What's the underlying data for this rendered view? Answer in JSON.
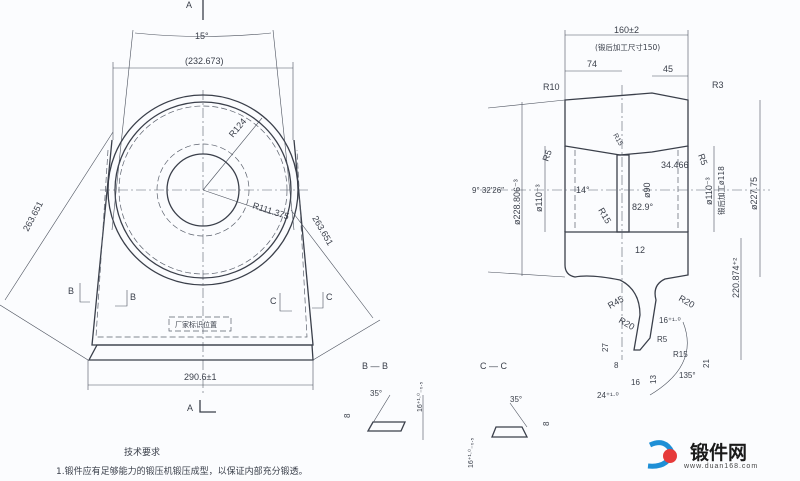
{
  "left_view": {
    "section_arrow_top": "A",
    "section_arrow_bottom": "A",
    "angle": "15°",
    "width_ref": "(232.673)",
    "radius_outer": "R124",
    "radius_inner": "R111.375",
    "slant_left": "263.651",
    "slant_right": "263.651",
    "base_width": "290.6±1",
    "cut_b": "B",
    "cut_c": "C",
    "marking_box": "厂家标识位置"
  },
  "section_a": {
    "width": "160±2",
    "width_note": "(锻后加工尺寸150)",
    "dim_74": "74",
    "dim_45": "45",
    "r10": "R10",
    "r3": "R3",
    "r5_left": "R5",
    "r5_right": "R5",
    "r15_top": "R15",
    "angle_taper": "9° 32′26″",
    "dia_outer": "ø228.806⁻³",
    "dia_bore_left": "ø110⁻³",
    "angle_14": "14°",
    "r15": "R15",
    "angle_829": "82.9°",
    "dia_90": "ø90",
    "dim_34466": "34.466",
    "dia_bore_right": "ø110⁻³",
    "machined_dia": "锻后加工ø118",
    "dia_22775": "ø227.75",
    "dim_12": "12",
    "dim_220874": "220.874⁺²",
    "r45": "R45",
    "r20_a": "R20",
    "r20_b": "R20",
    "dim_16": "16⁺¹·⁰",
    "r5_stem": "R5",
    "r15_stem": "R15",
    "dim_27": "27",
    "dim_8": "8",
    "dim_16b": "16",
    "dim_13": "13",
    "dim_21": "21",
    "angle_135": "135°",
    "dim_24": "24⁺¹·⁰"
  },
  "section_bb": {
    "title": "B — B",
    "angle": "35°",
    "height": "8",
    "thickness": "16⁺¹·⁰₋₀.₅"
  },
  "section_cc": {
    "title": "C — C",
    "angle": "35°",
    "height": "8",
    "thickness": "16⁺¹·⁰₋₀.₅"
  },
  "notes": {
    "title": "技术要求",
    "item1": "1.锻件应有足够能力的锻压机锻压成型，以保证内部充分锻透。"
  },
  "watermark": {
    "name": "锻件网",
    "url": "www.duan168.com"
  }
}
